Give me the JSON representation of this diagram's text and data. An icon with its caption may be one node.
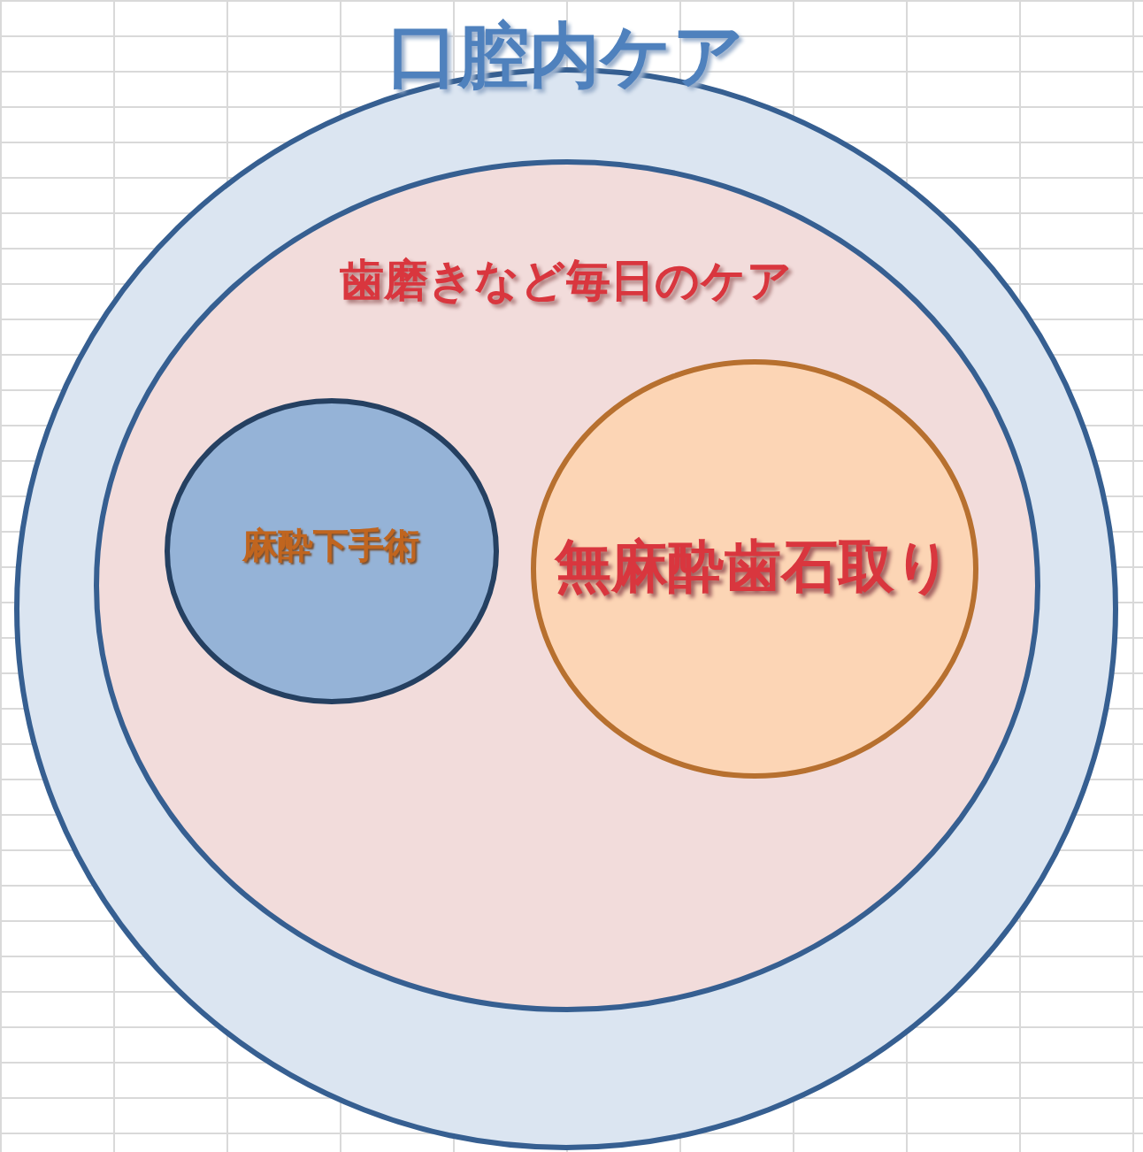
{
  "diagram": {
    "nodes": [
      {
        "text": [
          "口腔内ケア"
        ]
      },
      {
        "text": [
          "歯磨きなど毎日のケア"
        ],
        "in": 0
      },
      {
        "text": [
          "麻酔下手術"
        ],
        "in": 1
      },
      {
        "text": [
          "無麻酔歯石取り"
        ],
        "in": 1
      }
    ]
  }
}
